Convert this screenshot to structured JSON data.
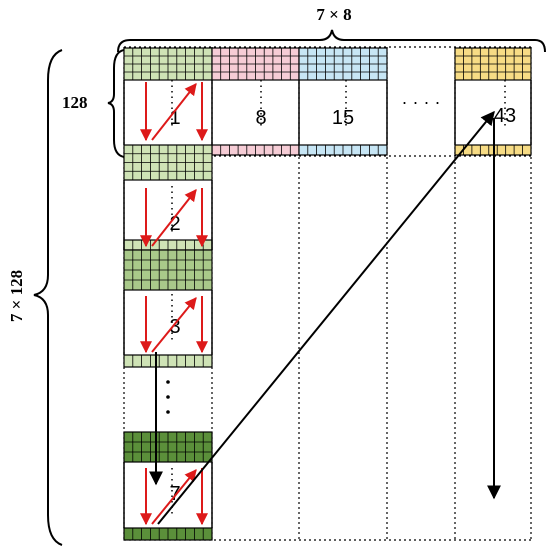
{
  "labels": {
    "top": "7 × 8",
    "left": "7 × 128",
    "row_height": "128"
  },
  "cells": {
    "n1": "1",
    "n8": "8",
    "n15": "15",
    "n43": "43",
    "n2": "2",
    "n3": "3",
    "n7": "7"
  },
  "ellipsis": "· · · ·",
  "colors": {
    "green_light": "#cfe3b6",
    "green_mid": "#a9c98a",
    "green_dark": "#5b8f3a",
    "pink": "#f6cdd6",
    "blue": "#c7e6f5",
    "yellow": "#f7dc85",
    "red_arrow": "#dd1a1a",
    "black_arrow": "#000000"
  }
}
